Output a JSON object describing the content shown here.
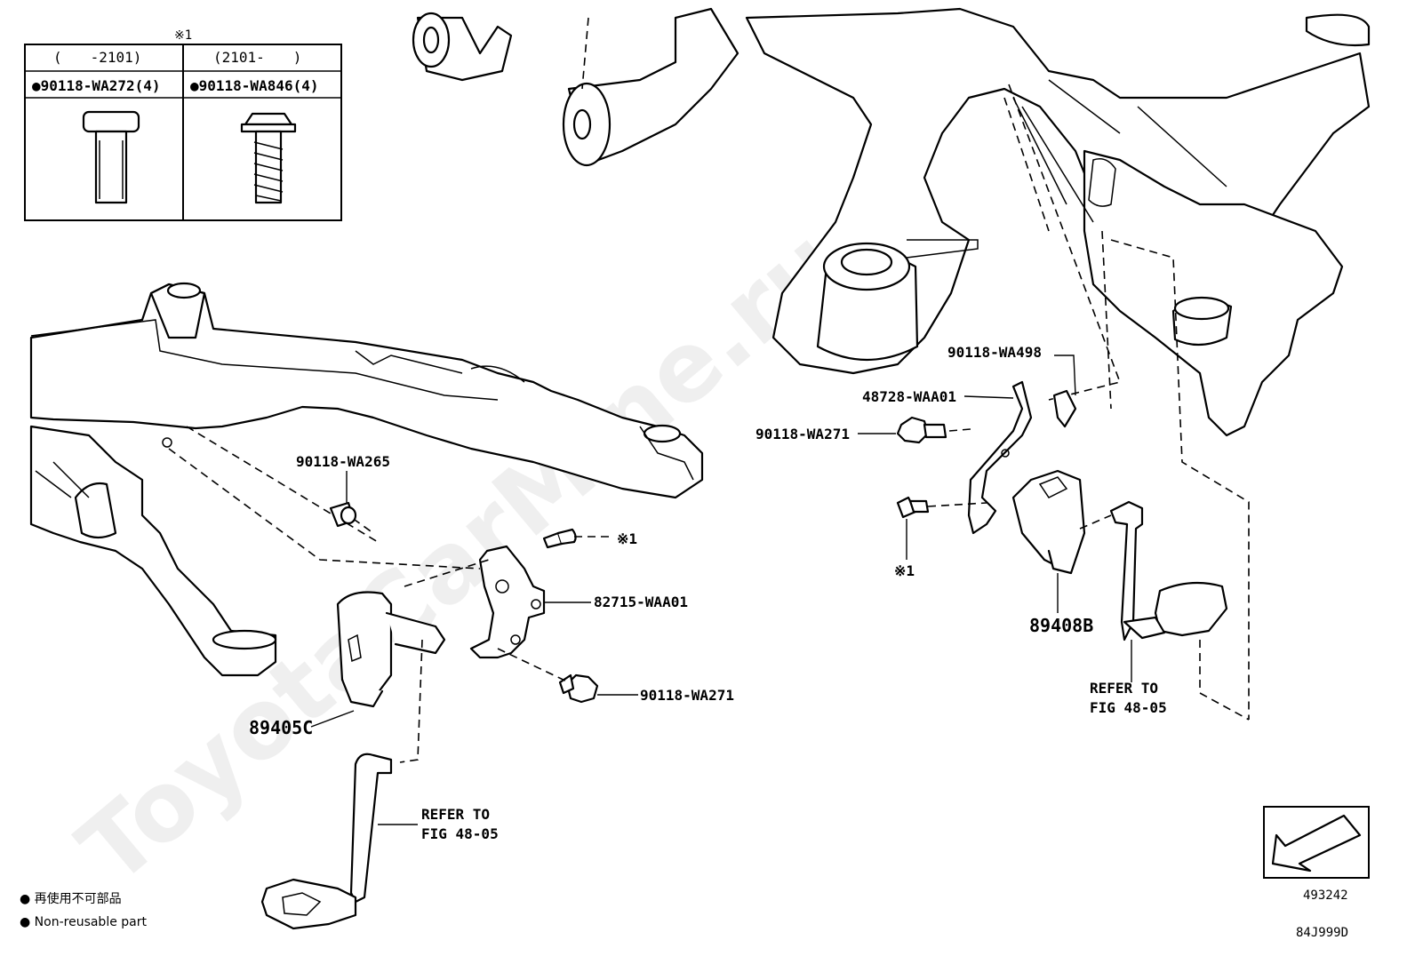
{
  "table": {
    "note_mark": "※1",
    "columns": [
      {
        "range": "(　　-2101)",
        "part": "●90118-WA272(4)"
      },
      {
        "range": "(2101-　　)",
        "part": "●90118-WA846(4)"
      }
    ]
  },
  "labels": {
    "wa265": "90118-WA265",
    "note1_left": "※1",
    "bracket_left": "82715-WAA01",
    "bolt_left": "90118-WA271",
    "sensor_left": "89405C",
    "refer_left_1": "REFER TO",
    "refer_left_2": "FIG 48-05",
    "wa498": "90118-WA498",
    "bracket_right": "48728-WAA01",
    "bolt_right": "90118-WA271",
    "note1_right": "※1",
    "sensor_right": "89408B",
    "refer_right_1": "REFER TO",
    "refer_right_2": "FIG 48-05"
  },
  "legend": {
    "line_jp": "● 再使用不可部品",
    "line_en": "● Non-reusable part"
  },
  "front_box_code": "493242",
  "figure_code": "84J999D",
  "watermark": "ToyotaCarMine.ru",
  "icons": [
    "front-direction-arrow-icon",
    "non-reusable-dot-icon"
  ]
}
